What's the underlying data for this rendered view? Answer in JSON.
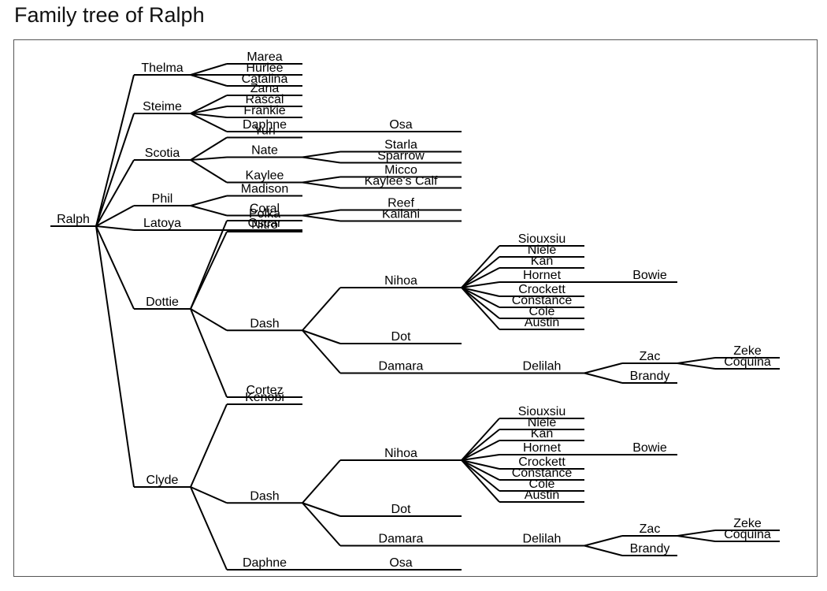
{
  "title": "Family tree of Ralph",
  "colors": {
    "root": "#2a64a6",
    "line": "#000000"
  },
  "tree": {
    "name": "Ralph",
    "children": [
      {
        "name": "Thelma",
        "children": [
          {
            "name": "Marea"
          },
          {
            "name": "Hurlee"
          },
          {
            "name": "Catalina"
          }
        ]
      },
      {
        "name": "Steime",
        "children": [
          {
            "name": "Zana"
          },
          {
            "name": "Rascal"
          },
          {
            "name": "Frankie"
          },
          {
            "name": "Daphne",
            "children": [
              {
                "name": "Osa"
              }
            ]
          }
        ]
      },
      {
        "name": "Scotia",
        "children": [
          {
            "name": "Yuri"
          },
          {
            "name": "Nate",
            "children": [
              {
                "name": "Starla"
              },
              {
                "name": "Sparrow"
              }
            ]
          },
          {
            "name": "Kaylee",
            "children": [
              {
                "name": "Micco"
              },
              {
                "name": "Kaylee's Calf"
              }
            ]
          }
        ]
      },
      {
        "name": "Phil",
        "children": [
          {
            "name": "Madison"
          },
          {
            "name": "Coral",
            "children": [
              {
                "name": "Reef"
              },
              {
                "name": "Kailani"
              }
            ]
          }
        ]
      },
      {
        "name": "Latoya",
        "children": [
          {
            "name": "Oscar"
          }
        ]
      },
      {
        "name": "Dottie",
        "children": [
          {
            "name": "Polka"
          },
          {
            "name": "Nitro"
          },
          {
            "name": "Dash",
            "children": [
              {
                "name": "Nihoa",
                "children": [
                  {
                    "name": "Siouxsiu"
                  },
                  {
                    "name": "Niele"
                  },
                  {
                    "name": "Kan"
                  },
                  {
                    "name": "Hornet",
                    "children": [
                      {
                        "name": "Bowie"
                      }
                    ]
                  },
                  {
                    "name": "Crockett"
                  },
                  {
                    "name": "Constance"
                  },
                  {
                    "name": "Cole"
                  },
                  {
                    "name": "Austin"
                  }
                ]
              },
              {
                "name": "Dot"
              },
              {
                "name": "Damara",
                "children": [
                  {
                    "name": "Delilah",
                    "children": [
                      {
                        "name": "Zac",
                        "children": [
                          {
                            "name": "Zeke"
                          },
                          {
                            "name": "Coquina"
                          }
                        ]
                      },
                      {
                        "name": "Brandy"
                      }
                    ]
                  }
                ]
              }
            ]
          },
          {
            "name": "Cortez"
          }
        ]
      },
      {
        "name": "Clyde",
        "children": [
          {
            "name": "Kenobi"
          },
          {
            "name": "Dash",
            "children": [
              {
                "name": "Nihoa",
                "children": [
                  {
                    "name": "Siouxsiu"
                  },
                  {
                    "name": "Niele"
                  },
                  {
                    "name": "Kan"
                  },
                  {
                    "name": "Hornet",
                    "children": [
                      {
                        "name": "Bowie"
                      }
                    ]
                  },
                  {
                    "name": "Crockett"
                  },
                  {
                    "name": "Constance"
                  },
                  {
                    "name": "Cole"
                  },
                  {
                    "name": "Austin"
                  }
                ]
              },
              {
                "name": "Dot"
              },
              {
                "name": "Damara",
                "children": [
                  {
                    "name": "Delilah",
                    "children": [
                      {
                        "name": "Zac",
                        "children": [
                          {
                            "name": "Zeke"
                          },
                          {
                            "name": "Coquina"
                          }
                        ]
                      },
                      {
                        "name": "Brandy"
                      }
                    ]
                  }
                ]
              }
            ]
          },
          {
            "name": "Daphne",
            "children": [
              {
                "name": "Osa"
              }
            ]
          }
        ]
      }
    ]
  }
}
